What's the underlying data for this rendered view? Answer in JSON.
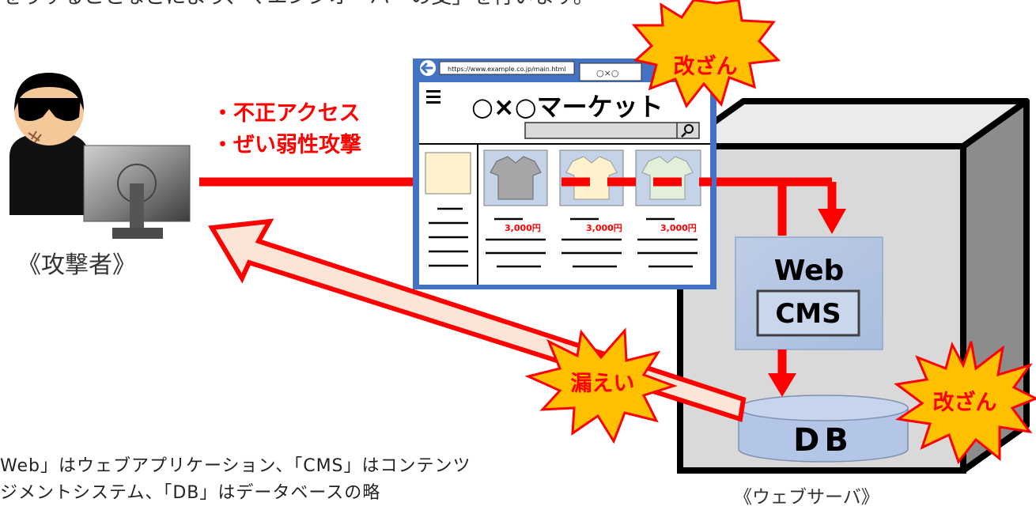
{
  "top_text": "をりすることなどにより、マエンジオーバーの支」を行います。",
  "attacker": {
    "label": "《攻撃者》",
    "attack_lines": [
      "・不正アクセス",
      "・ぜい弱性攻撃"
    ]
  },
  "browser": {
    "url": "https://www.example.co.jp/main.html",
    "tab_label": "○×○",
    "site_title": "○×○マーケット",
    "prices": [
      "3,000円",
      "3,000円",
      "3,000円"
    ]
  },
  "server": {
    "label": "《ウェブサーバ》",
    "web_label": "Web",
    "cms_label": "CMS",
    "db_label": "DB"
  },
  "bursts": {
    "tamper_top": "改ざん",
    "tamper_db": "改ざん",
    "leak": "漏えい"
  },
  "footnote": {
    "line1": "Web」はウェブアプリケーション、「CMS」はコンテンツ",
    "line2": "ジメントシステム、「DB」はデータベースの略"
  },
  "colors": {
    "attack_red": "#ff0000",
    "burst_fill": "#ffc000",
    "burst_text": "#ff0000",
    "browser_blue": "#4472c4",
    "server_box": "#c5d3e8"
  }
}
